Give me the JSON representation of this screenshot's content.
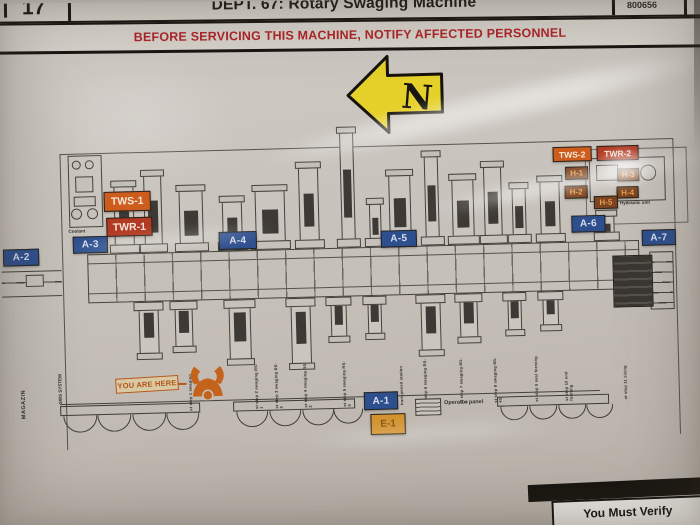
{
  "header": {
    "index": "17",
    "title": "DEPT. 67: Rotary Swaging Machine",
    "doc_number": "800656",
    "warning": "BEFORE SERVICING THIS MACHINE, NOTIFY AFFECTED PERSONNEL"
  },
  "compass": {
    "letter": "N",
    "direction": "north"
  },
  "labels": {
    "a1": "A-1",
    "a2": "A-2",
    "a3": "A-3",
    "a4": "A-4",
    "a5": "A-5",
    "a6": "A-6",
    "a7": "A-7",
    "e1": "E-1",
    "tws1": "TWS-1",
    "twr1": "TWR-1",
    "tws2": "TWS-2",
    "twr2": "TWR-2",
    "h1": "H-1",
    "h2": "H-2",
    "h3": "H-3",
    "h4": "H-4",
    "h5": "H-5"
  },
  "annotations": {
    "you_are_here": "YOU ARE HERE",
    "coolant": "Coolant",
    "hydraulic_unit": "Hydraulic unit",
    "operator_panel": "Operator panel",
    "magazine": "MAGAZIN",
    "sws_system": "SWS SYSTEM",
    "verify": "You Must Verify"
  },
  "stations": [
    "st step 1 swaging",
    "st step 2 swaging RS-1",
    "st step 3 swaging RS-2",
    "st step 4 swaging RS-3",
    "st step 5 swaging RS-4",
    "transposed station",
    "st step 6 swaging RS-5",
    "st step 7 swaging M1-4",
    "st step 8 swaging M1-4S",
    "st step 9 seal forming",
    "st step 10 end forming",
    "st step 11 sizing"
  ],
  "colors": {
    "label_blue": "#2e4f8e",
    "label_orange": "#cd5c1d",
    "label_red": "#b23a22",
    "label_brown": "#7c4420",
    "label_amber": "#d3922f",
    "warning_red": "#b02428",
    "arrow_yellow": "#e6d02a"
  }
}
